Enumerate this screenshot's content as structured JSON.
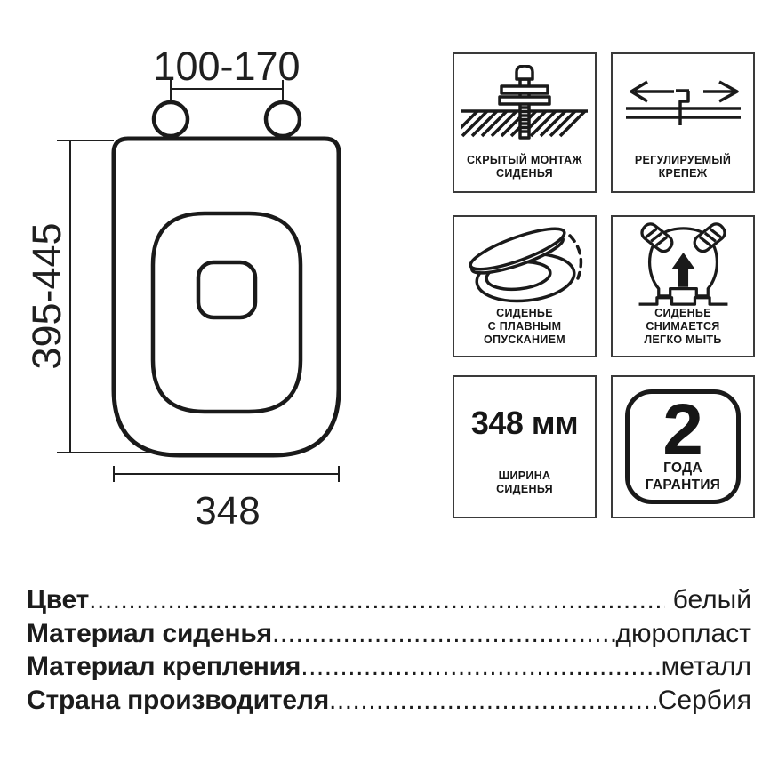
{
  "page": {
    "background": "#ffffff",
    "ink": "#1a1a1a",
    "box_border": "#3a3a3a"
  },
  "diagram": {
    "dim_top": "100-170",
    "dim_side": "395-445",
    "dim_bottom": "348"
  },
  "features": [
    {
      "icon": "screw-mount-icon",
      "label_lines": [
        "СКРЫТЫЙ МОНТАЖ",
        "СИДЕНЬЯ"
      ]
    },
    {
      "icon": "slide-adjust-arrows-icon",
      "label_lines": [
        "РЕГУЛИРУЕМЫЙ",
        "КРЕПЕЖ"
      ]
    },
    {
      "icon": "soft-close-seat-icon",
      "label_lines": [
        "СИДЕНЬЕ",
        "С ПЛАВНЫМ",
        "ОПУСКАНИЕМ"
      ]
    },
    {
      "icon": "lift-off-seat-icon",
      "label_lines": [
        "СИДЕНЬЕ",
        "СНИМАЕТСЯ",
        "ЛЕГКО МЫТЬ"
      ]
    },
    {
      "value": "348 мм",
      "label_lines": [
        "ШИРИНА",
        "СИДЕНЬЯ"
      ]
    },
    {
      "value": "2",
      "label_lines": [
        "ГОДА",
        "ГАРАНТИЯ"
      ]
    }
  ],
  "specs": [
    {
      "label": "Цвет",
      "value": "белый"
    },
    {
      "label": "Материал сиденья",
      "value": "дюропласт"
    },
    {
      "label": "Материал крепления",
      "value": "металл"
    },
    {
      "label": "Страна производителя",
      "value": "Сербия"
    }
  ]
}
